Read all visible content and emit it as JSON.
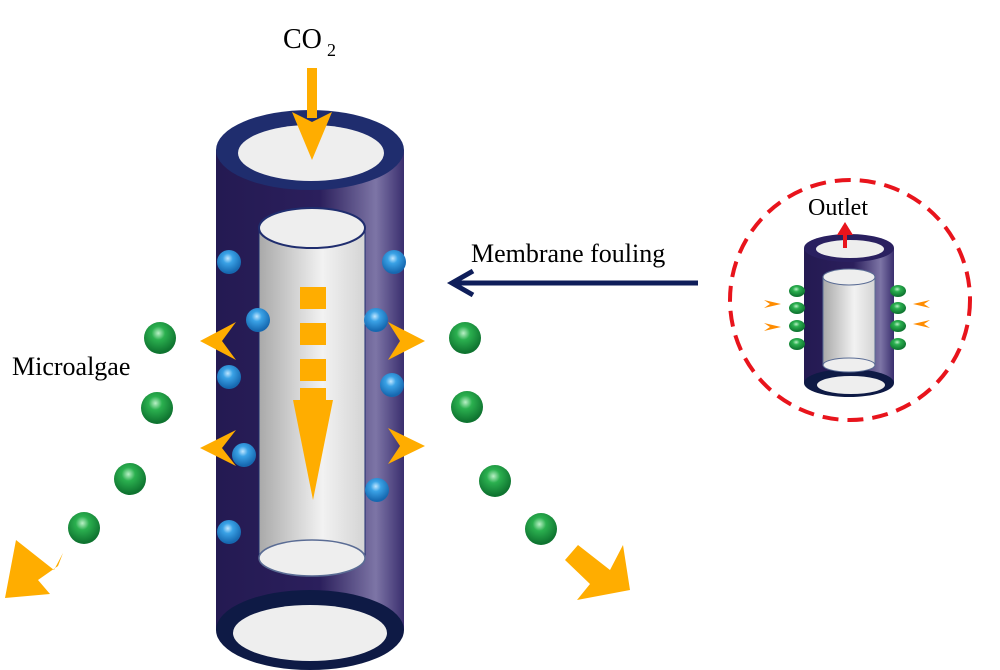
{
  "diagram": {
    "title": "Membrane photobioreactor CO2 delivery schematic",
    "labels": {
      "co2_main": "CO",
      "co2_sub": "2",
      "membrane_fouling": "Membrane fouling",
      "microalgae": "Microalgae",
      "outlet": "Outlet"
    },
    "colors": {
      "tube_dark": "#2b1f5c",
      "tube_highlight": "#8a82b0",
      "inner_light": "#eeeeee",
      "gas_arrow": "#ffad00",
      "fouling_arrow": "#0f1e5a",
      "inset_circle": "#e8141c",
      "outlet_arrow": "#e8141c",
      "bubble": "#2a8fd6",
      "algae": "#1f9a3e"
    },
    "components": [
      {
        "id": "membrane-tube",
        "desc": "Main hollow fiber membrane with CO2 inflow"
      },
      {
        "id": "co2-bubbles",
        "count": 10
      },
      {
        "id": "microalgae-cells",
        "count": 8
      },
      {
        "id": "inset-fouled-membrane",
        "algae_count": 8
      }
    ]
  }
}
